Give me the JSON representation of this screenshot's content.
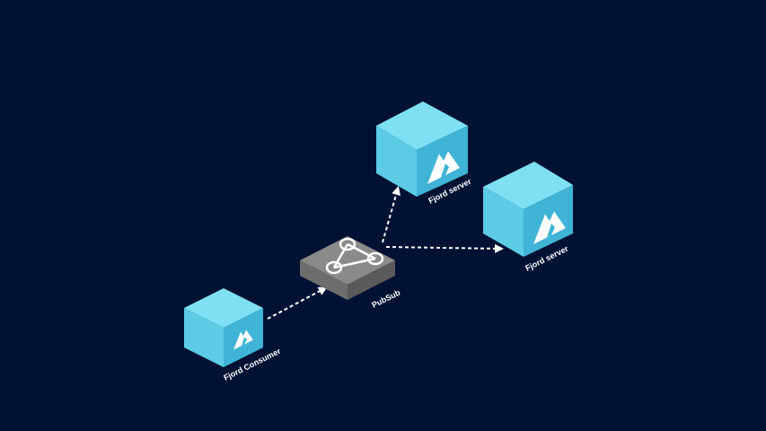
{
  "diagram": {
    "colors": {
      "background": "#001233",
      "cube_top": "#7fe0f4",
      "cube_left": "#5ccbe6",
      "cube_right": "#3fb4d6",
      "hub_top": "#8a8a8a",
      "hub_left": "#6d6d6d",
      "hub_right": "#5a5a5a",
      "arrow": "#ffffff"
    },
    "nodes": {
      "consumer": {
        "label": "Fjord Consumer",
        "icon": "mountain-logo-icon"
      },
      "pubsub": {
        "label": "PubSub",
        "icon": "share-network-icon"
      },
      "server_1": {
        "label": "Fjord server",
        "icon": "mountain-logo-icon"
      },
      "server_2": {
        "label": "Fjord server",
        "icon": "mountain-logo-icon"
      }
    },
    "edges": [
      {
        "from": "consumer",
        "to": "pubsub",
        "style": "dashed"
      },
      {
        "from": "pubsub",
        "to": "server_1",
        "style": "dashed"
      },
      {
        "from": "pubsub",
        "to": "server_2",
        "style": "dashed"
      }
    ]
  }
}
